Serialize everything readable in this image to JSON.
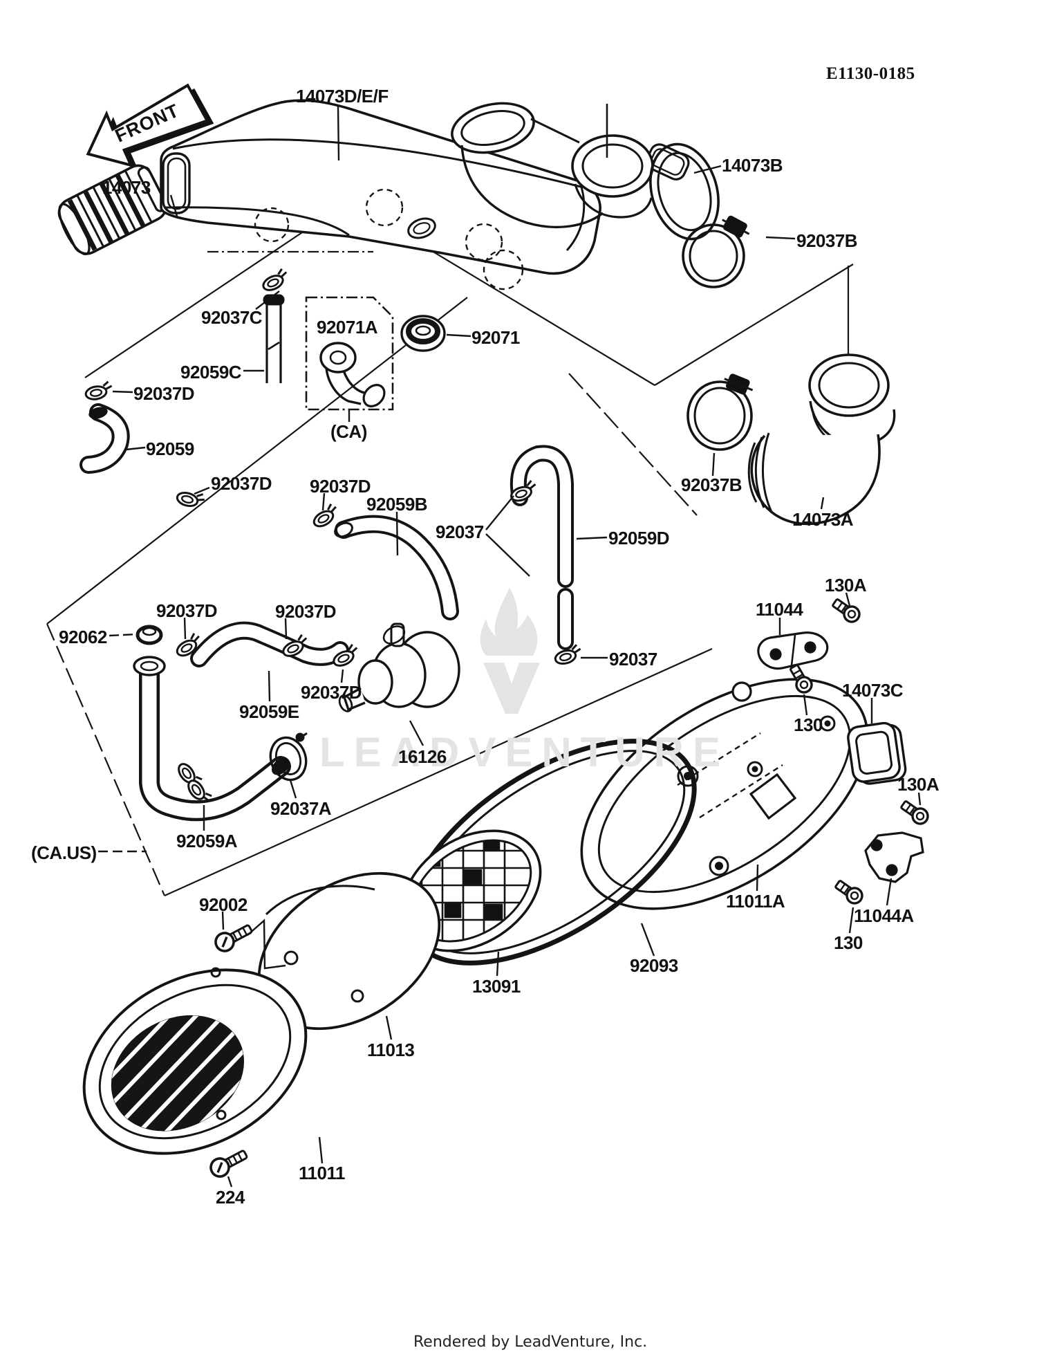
{
  "header": {
    "drawing_number": "E1130-0185"
  },
  "front_arrow": {
    "label": "FRONT"
  },
  "watermark": {
    "text": "LEADVENTURE"
  },
  "footer": {
    "credit": "Rendered by LeadVenture, Inc."
  },
  "colors": {
    "line": "#141414",
    "watermark": "#e4e4e4",
    "background": "#ffffff"
  },
  "labels": {
    "l14073def": "14073D/E/F",
    "l14073": "14073",
    "l14073b": "14073B",
    "l92037b_top": "92037B",
    "l92037c": "92037C",
    "l92071a": "92071A",
    "l92071": "92071",
    "l92059c": "92059C",
    "l92037d_1": "92037D",
    "l92059": "92059",
    "l_ca": "(CA)",
    "l92037d_2": "92037D",
    "l92037d_3": "92037D",
    "l92059b": "92059B",
    "l92037_top": "92037",
    "l92059d": "92059D",
    "l92037b_low": "92037B",
    "l14073a": "14073A",
    "l92062": "92062",
    "l92037d_4": "92037D",
    "l92037d_5": "92037D",
    "l92037d_6": "92037D",
    "l92059e": "92059E",
    "l92037_low": "92037",
    "l16126": "16126",
    "l92037a": "92037A",
    "l92059a": "92059A",
    "l_ca_us": "(CA.US)",
    "l92002": "92002",
    "l11044": "11044",
    "l130a_1": "130A",
    "l130_1": "130",
    "l14073c": "14073C",
    "l130a_2": "130A",
    "l11011a": "11011A",
    "l11044a": "11044A",
    "l130_2": "130",
    "l92093": "92093",
    "l13091": "13091",
    "l11013": "11013",
    "l11011": "11011",
    "l224": "224"
  }
}
